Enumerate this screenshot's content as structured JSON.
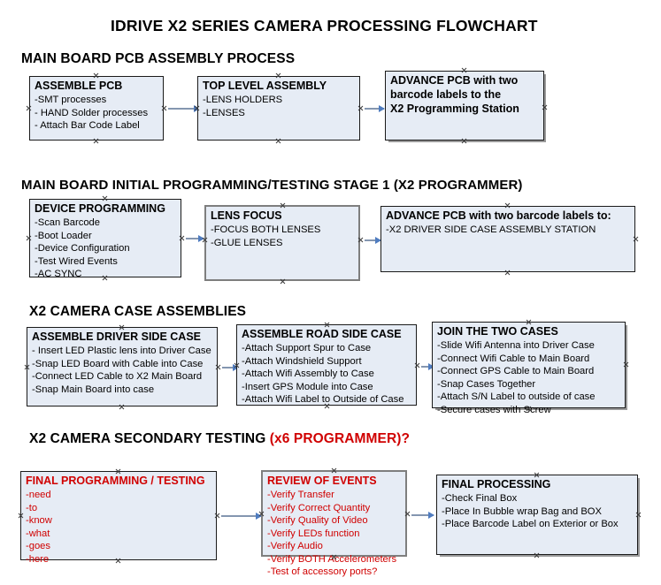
{
  "document": {
    "title": "IDRIVE X2  SERIES CAMERA PROCESSING FLOWCHART"
  },
  "colors": {
    "box_fill": "#e6ecf5",
    "box_border": "#1a1a1a",
    "box_border_gray": "#7e7e7e",
    "arrow": "#8496b0",
    "arrow_head": "#4f7cc0",
    "text": "#000000",
    "accent_red": "#d00000"
  },
  "sections": [
    {
      "heading": "MAIN BOARD PCB ASSEMBLY PROCESS",
      "heading_accent": "",
      "nodes": [
        {
          "title": "ASSEMBLE PCB",
          "lines": [
            "-SMT processes",
            "- HAND Solder processes",
            "- Attach Bar Code Label"
          ]
        },
        {
          "title": "TOP LEVEL ASSEMBLY",
          "lines": [
            "-LENS HOLDERS",
            "-LENSES"
          ]
        },
        {
          "title": "ADVANCE PCB with two",
          "lines": [
            "barcode labels to the",
            " X2 Programming Station"
          ]
        }
      ]
    },
    {
      "heading": "MAIN BOARD INITIAL PROGRAMMING/TESTING STAGE 1 (X2 PROGRAMMER)",
      "heading_accent": "",
      "nodes": [
        {
          "title": "DEVICE PROGRAMMING",
          "lines": [
            "-Scan Barcode",
            "-Boot Loader",
            "-Device Configuration",
            "-Test Wired Events",
            "-AC SYNC"
          ]
        },
        {
          "title": "LENS FOCUS",
          "lines": [
            "-FOCUS BOTH LENSES",
            "-GLUE LENSES"
          ]
        },
        {
          "title": "ADVANCE PCB with two barcode labels to:",
          "lines": [
            "-X2 DRIVER  SIDE  CASE  ASSEMBLY STATION"
          ]
        }
      ]
    },
    {
      "heading": "X2 CAMERA CASE ASSEMBLIES",
      "heading_accent": "",
      "nodes": [
        {
          "title": "ASSEMBLE DRIVER SIDE CASE",
          "lines": [
            "- Insert LED Plastic lens into Driver Case",
            "-Snap LED Board with Cable into Case",
            "-Connect LED Cable to X2 Main Board",
            "-Snap Main Board into case"
          ]
        },
        {
          "title": "ASSEMBLE ROAD SIDE CASE",
          "lines": [
            "-Attach Support Spur to Case",
            "-Attach Windshield Support",
            "-Attach Wifi Assembly to Case",
            "-Insert GPS Module into Case",
            "-Attach Wifi Label to Outside of Case"
          ]
        },
        {
          "title": "JOIN THE TWO CASES",
          "lines": [
            "-Slide Wifi Antenna into Driver Case",
            "-Connect Wifi Cable to Main Board",
            "-Connect GPS Cable to Main Board",
            "-Snap Cases Together",
            "-Attach S/N Label to outside of case",
            "-Secure cases with Screw"
          ]
        }
      ]
    },
    {
      "heading": "X2 CAMERA SECONDARY TESTING ",
      "heading_accent": "(x6 PROGRAMMER)?",
      "nodes": [
        {
          "title": "FINAL PROGRAMMING / TESTING",
          "lines": [
            "-need",
            "-to",
            "-know",
            "-what",
            "-goes",
            "-here"
          ]
        },
        {
          "title": "REVIEW OF EVENTS",
          "lines": [
            "-Verify Transfer",
            "-Verify Correct Quantity",
            "-Verify Quality of Video",
            "-Verify LEDs function",
            "-Verify Audio",
            "-Verify BOTH Accelerometers",
            "-Test of accessory ports?"
          ]
        },
        {
          "title": "FINAL PROCESSING",
          "lines": [
            " -Check Final Box",
            "-Place In Bubble wrap Bag and BOX",
            "-Place Barcode Label on Exterior or Box"
          ]
        }
      ]
    }
  ]
}
